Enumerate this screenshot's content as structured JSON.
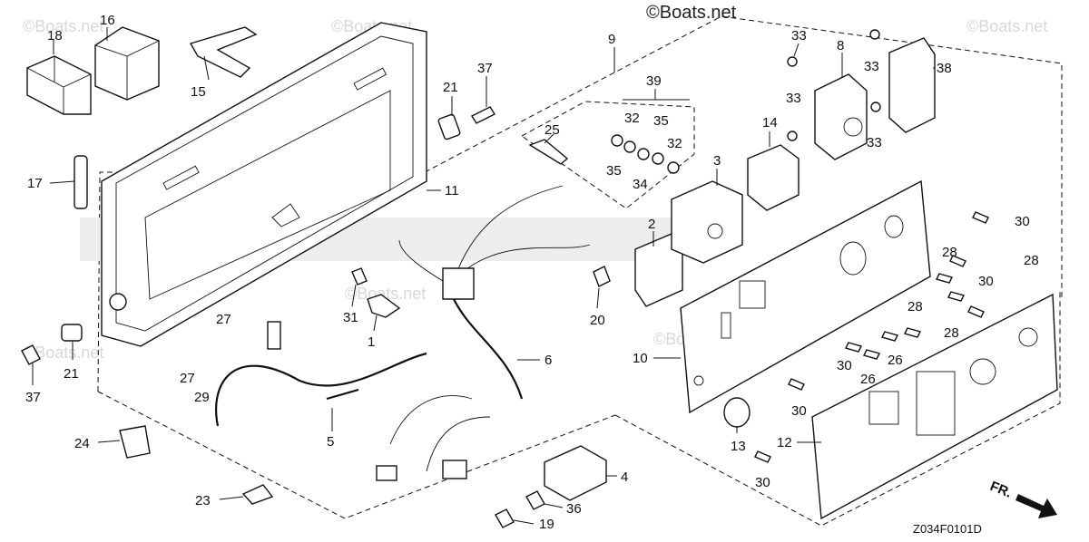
{
  "watermark": "©Boats.net",
  "diagram_code": "Z034F0101D",
  "front_indicator": "FR.",
  "callouts": [
    "1",
    "2",
    "3",
    "4",
    "5",
    "6",
    "8",
    "9",
    "10",
    "11",
    "12",
    "13",
    "14",
    "15",
    "16",
    "17",
    "18",
    "19",
    "20",
    "21",
    "21",
    "23",
    "24",
    "25",
    "26",
    "26",
    "27",
    "27",
    "28",
    "28",
    "28",
    "29",
    "30",
    "30",
    "30",
    "30",
    "30",
    "31",
    "32",
    "32",
    "33",
    "33",
    "33",
    "33",
    "34",
    "35",
    "35",
    "36",
    "37",
    "37",
    "38",
    "39"
  ]
}
